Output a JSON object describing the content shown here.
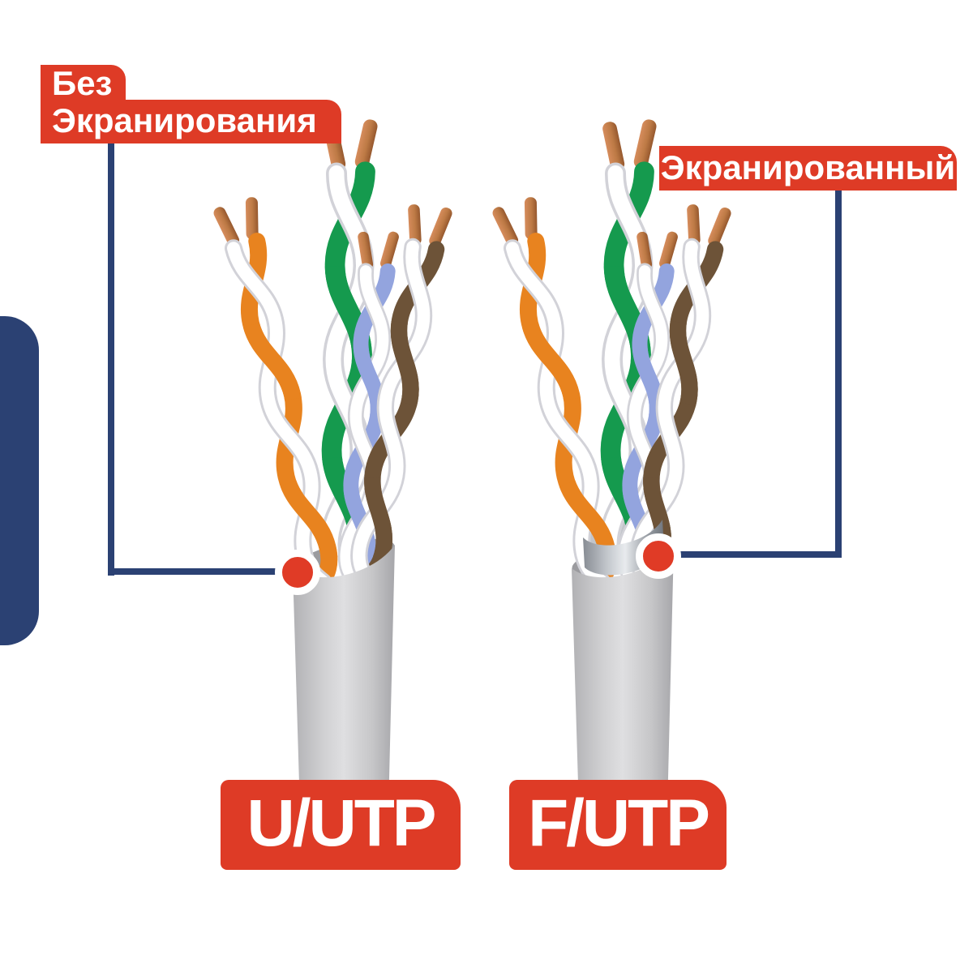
{
  "annotations": {
    "left_tag": {
      "line1": "Без",
      "line2": "Экранирования"
    },
    "right_tag": {
      "label": "Экранированный"
    }
  },
  "cables": [
    {
      "name": "U/UTP",
      "shielding": "Без Экранирования",
      "shielded": false,
      "jacket_color": "#c9c9cb",
      "pairs": [
        "orange-white",
        "green-white",
        "blue-white",
        "brown-white"
      ]
    },
    {
      "name": "F/UTP",
      "shielding": "Экранированный",
      "shielded": true,
      "jacket_color": "#c9c9cb",
      "foil_color": "#b9bcc2",
      "pairs": [
        "orange-white",
        "green-white",
        "blue-white",
        "brown-white"
      ]
    }
  ],
  "colors": {
    "accent_red": "#de3b26",
    "navy": "#2b4173",
    "jacket_gray": "#c9c9cb",
    "foil_silver": "#aaadb2",
    "copper": "#c07a48",
    "pair_orange": "#e8831f",
    "pair_green": "#159a4e",
    "pair_blue": "#93a4de",
    "pair_brown": "#6d5338",
    "strand_white": "#ffffff"
  }
}
